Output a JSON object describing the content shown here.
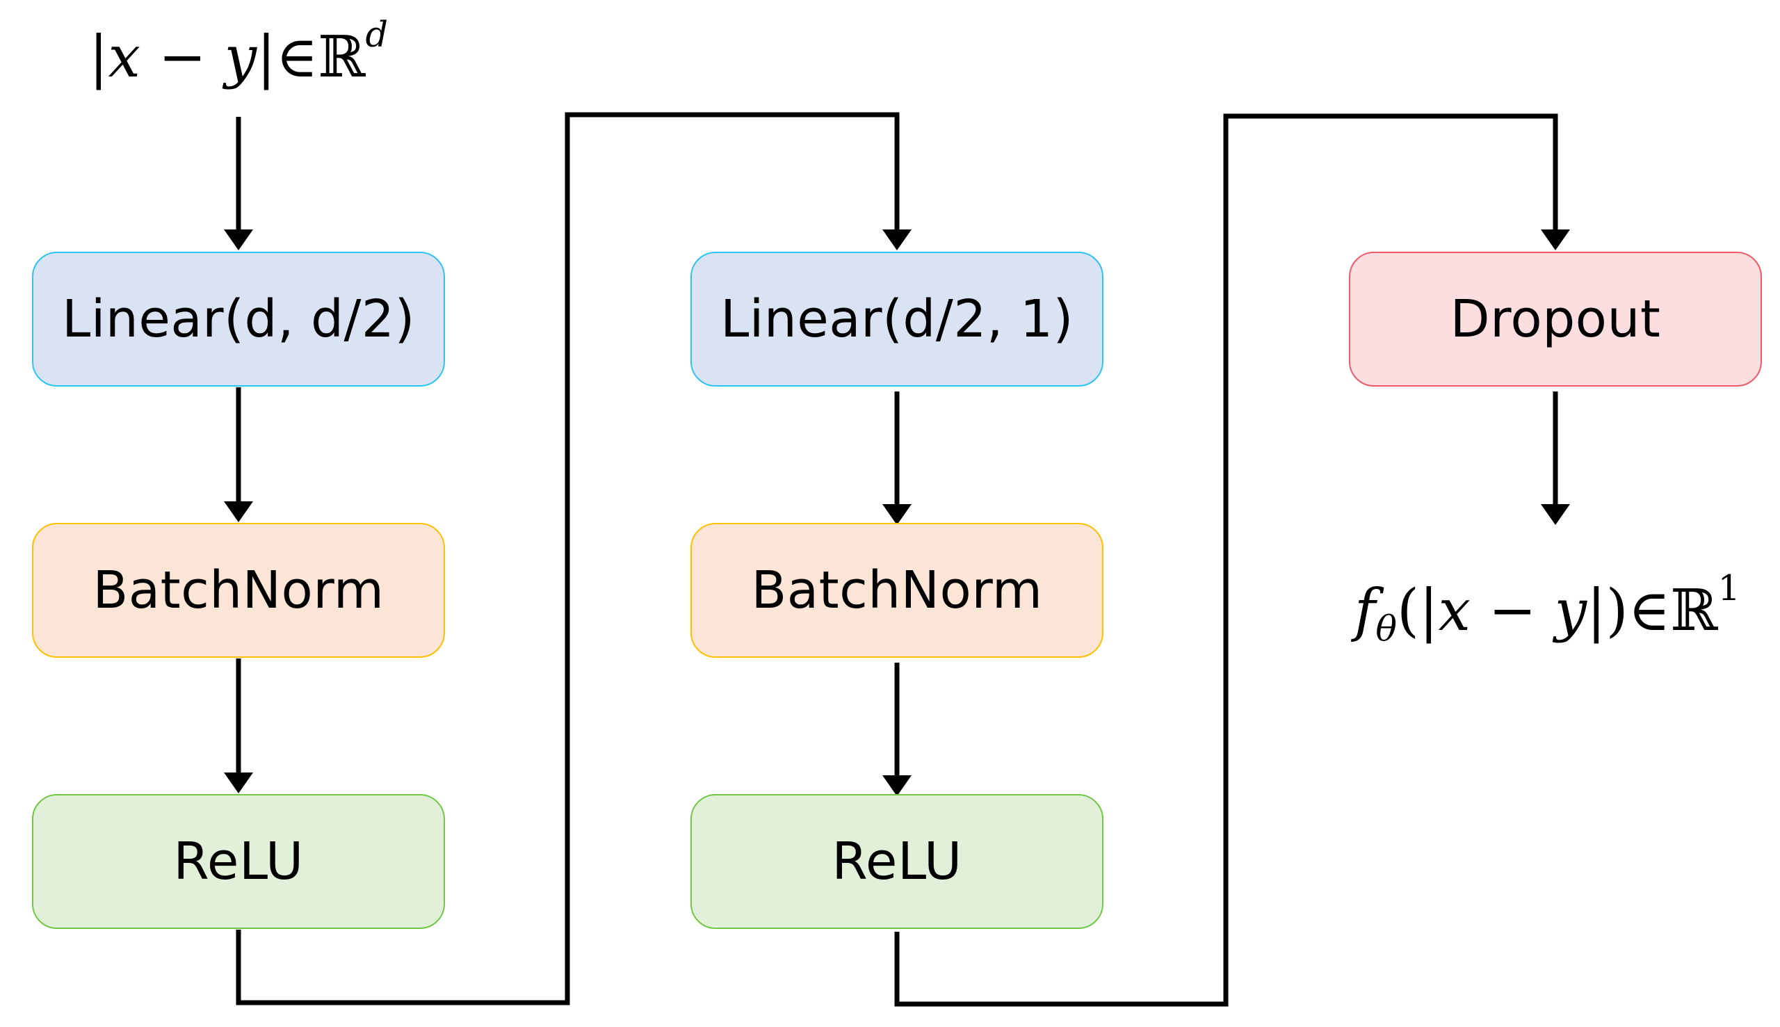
{
  "diagram": {
    "input_label": "|x − y|∈ℝ^d",
    "output_label": "f_θ(|x − y|)∈ℝ^1",
    "column1": {
      "linear": "Linear(d, d/2)",
      "batchnorm": "BatchNorm",
      "relu": "ReLU"
    },
    "column2": {
      "linear": "Linear(d/2, 1)",
      "batchnorm": "BatchNorm",
      "relu": "ReLU"
    },
    "column3": {
      "dropout": "Dropout"
    }
  },
  "colors": {
    "linear_fill": "#dae3f3",
    "linear_border": "#2ec4f0",
    "batchnorm_fill": "#fbe5d6",
    "batchnorm_border": "#ffc000",
    "relu_fill": "#e2f0d9",
    "relu_border": "#70c845",
    "dropout_fill": "#fcdde0",
    "dropout_border": "#f05a6a",
    "wire": "#000000"
  }
}
